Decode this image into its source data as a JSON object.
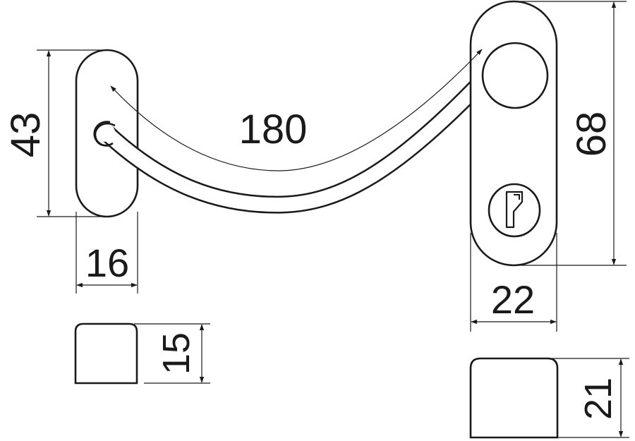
{
  "dimensions": {
    "left_plate_height": "43",
    "left_plate_width": "16",
    "cable_length": "180",
    "right_plate_height": "68",
    "right_plate_width": "22",
    "left_cap_height": "15",
    "right_cap_height": "21"
  },
  "colors": {
    "line": "#1a1a1a",
    "background": "#ffffff"
  },
  "icons": {
    "keyhole": "lock-keyhole-icon"
  }
}
